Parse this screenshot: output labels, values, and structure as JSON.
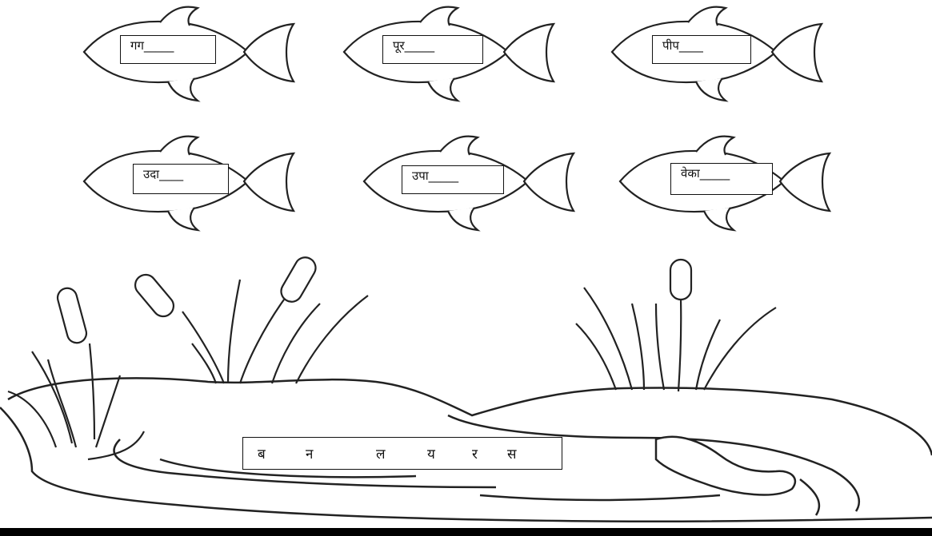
{
  "worksheet": {
    "fish_prompts": [
      {
        "text": "गग_____"
      },
      {
        "text": "पूर_____"
      },
      {
        "text": "पीप____"
      },
      {
        "text": "उदा____"
      },
      {
        "text": "उपा_____"
      },
      {
        "text": "वेका_____"
      }
    ],
    "letter_bank": [
      "ब",
      "न",
      "ल",
      "य",
      "र",
      "स"
    ]
  }
}
